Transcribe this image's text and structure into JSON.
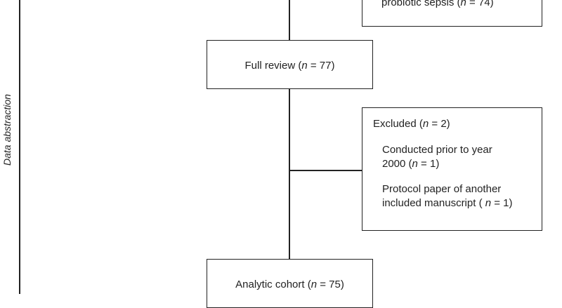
{
  "stage_label": "Data abstraction",
  "top_box": {
    "partial_text": "probiotic sepsis (",
    "n_symbol": "n",
    "n_value": " = 74)"
  },
  "full_review": {
    "label": "Full review (",
    "n_symbol": "n",
    "n_value": " = 77)"
  },
  "excluded": {
    "label": "Excluded (",
    "n_symbol": "n",
    "n_value": " = 2)",
    "reasons": [
      {
        "line1": "Conducted prior to year",
        "line2_pre": "2000 (",
        "n_symbol": "n",
        "line2_post": " = 1)"
      },
      {
        "line1": "Protocol paper of another",
        "line2_pre": "included manuscript ( ",
        "n_symbol": "n",
        "line2_post": " = 1)"
      }
    ]
  },
  "analytic_cohort": {
    "label": "Analytic cohort (",
    "n_symbol": "n",
    "n_value": " = 75)"
  }
}
